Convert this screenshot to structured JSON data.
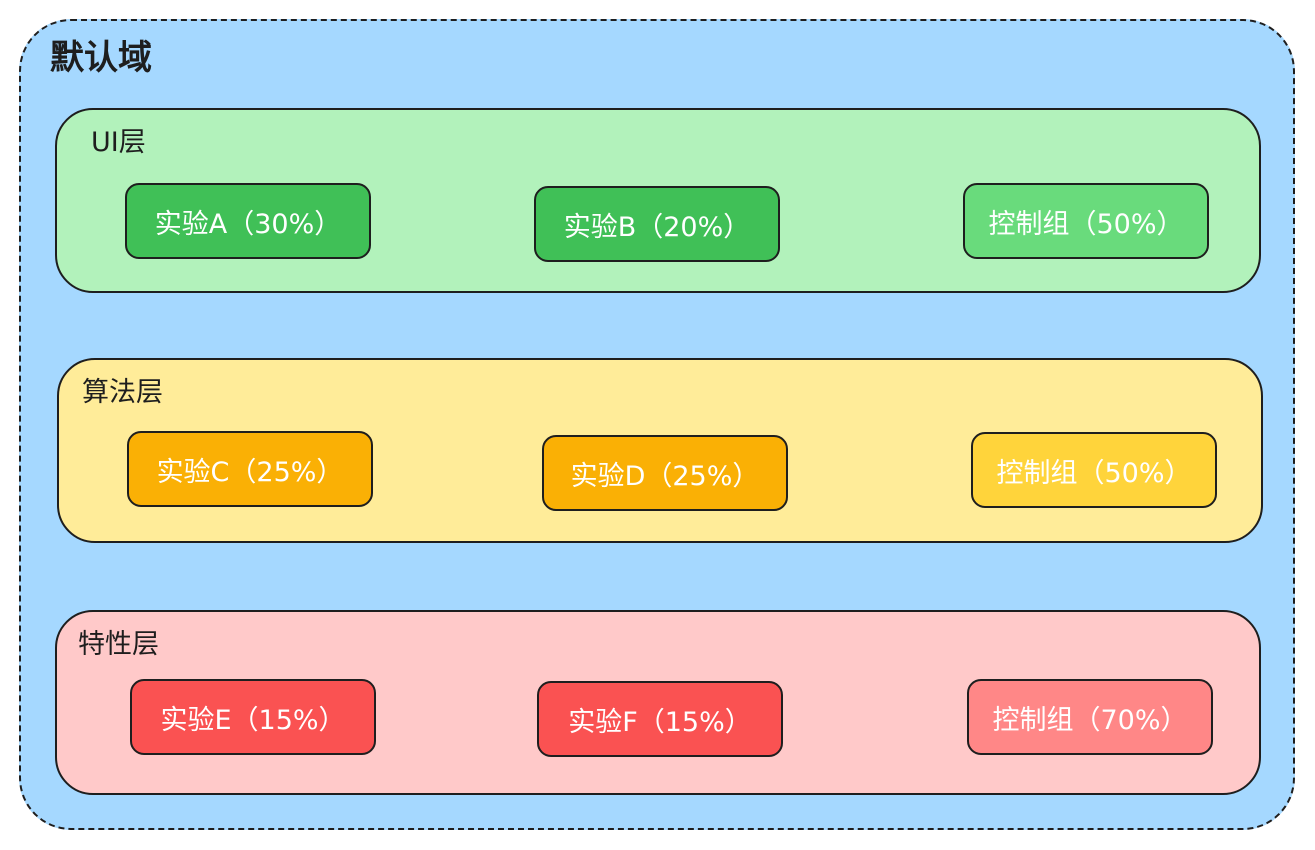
{
  "domain": {
    "title": "默认域",
    "fill": "#a5d8ff"
  },
  "layers": [
    {
      "title": "UI层",
      "fill": "#b2f2bb",
      "experiments": [
        {
          "label": "实验A（30%）",
          "fill": "#40c057"
        },
        {
          "label": "实验B（20%）",
          "fill": "#40c057"
        },
        {
          "label": "控制组（50%）",
          "fill": "#69db7c"
        }
      ]
    },
    {
      "title": "算法层",
      "fill": "#ffec99",
      "experiments": [
        {
          "label": "实验C（25%）",
          "fill": "#fab005"
        },
        {
          "label": "实验D（25%）",
          "fill": "#fab005"
        },
        {
          "label": "控制组（50%）",
          "fill": "#ffd43b"
        }
      ]
    },
    {
      "title": "特性层",
      "fill": "#ffc9c9",
      "experiments": [
        {
          "label": "实验E（15%）",
          "fill": "#fa5252"
        },
        {
          "label": "实验F（15%）",
          "fill": "#fa5252"
        },
        {
          "label": "控制组（70%）",
          "fill": "#ff8787"
        }
      ]
    }
  ]
}
